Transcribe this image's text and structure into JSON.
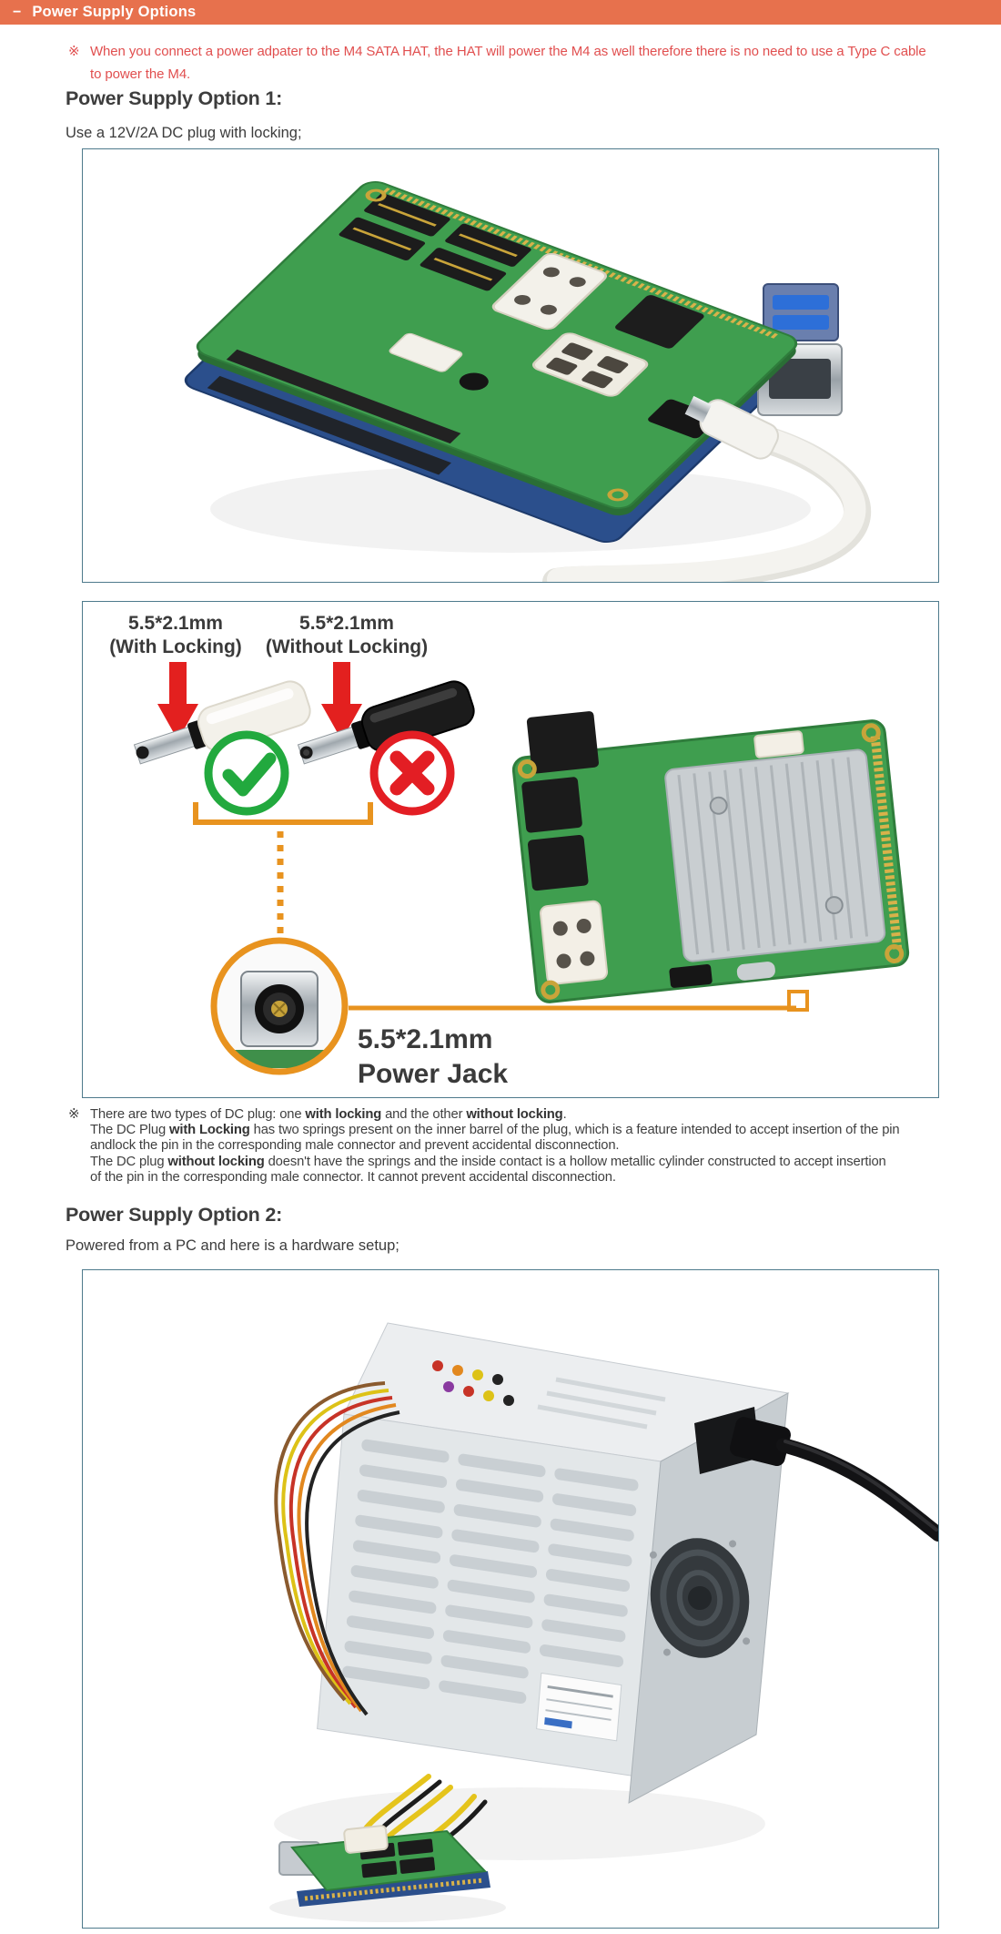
{
  "header": {
    "collapse_symbol": "−",
    "title": "Power Supply Options"
  },
  "colors": {
    "header_bg": "#e7714d",
    "note_red": "#e14f4f",
    "annotation_orange": "#e8931f",
    "check_green": "#22a93e",
    "cross_red": "#e31e24",
    "figure_border": "#4e7a8c"
  },
  "note_top": {
    "marker": "※",
    "line1": "When you connect a power adpater to the M4 SATA HAT, the HAT will power the M4 as well therefore there is no need to use a Type C cable",
    "line2": "to power the M4."
  },
  "option1": {
    "heading": "Power Supply Option 1:",
    "description": "Use a 12V/2A DC plug with locking;"
  },
  "figure_plug_types": {
    "with_locking_label": {
      "line1": "5.5*2.1mm",
      "line2": "(With Locking)"
    },
    "without_locking_label": {
      "line1": "5.5*2.1mm",
      "line2": "(Without Locking)"
    },
    "power_jack_label": {
      "line1": "5.5*2.1mm",
      "line2": "Power Jack"
    }
  },
  "note_plug": {
    "marker": "※",
    "l1a": "There are two types of DC plug: one ",
    "l1b": "with locking",
    "l1c": " and the other ",
    "l1d": "without locking",
    "l1e": ".",
    "l2a": "The DC Plug ",
    "l2b": "with Locking",
    "l2c": " has two springs present on the inner barrel of the plug, which is a feature intended to accept insertion of the pin",
    "l3": "andlock the pin in the corresponding male connector and prevent accidental disconnection.",
    "l4a": "The DC plug ",
    "l4b": "without locking",
    "l4c": " doesn't have the springs and the inside contact is a hollow metallic cylinder constructed to accept insertion",
    "l5": "of the pin in the corresponding male connector. It cannot prevent accidental disconnection."
  },
  "option2": {
    "heading": "Power Supply Option 2:",
    "description": "Powered from a PC and here is a hardware setup;"
  }
}
